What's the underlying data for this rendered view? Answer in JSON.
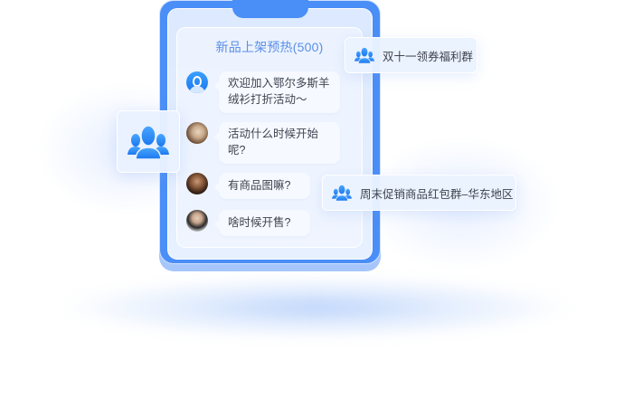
{
  "chat": {
    "title": "新品上架预热(500)",
    "messages": [
      {
        "avatar": "default-user-avatar",
        "text_line1": "欢迎加入鄂尔多斯羊",
        "text_line2": "绒衫打折活动～"
      },
      {
        "avatar": "woman-avatar",
        "text_line1": "活动什么时候开始",
        "text_line2": "呢?"
      },
      {
        "avatar": "man-sunglasses-avatar",
        "text_line1": "有商品图嘛?"
      },
      {
        "avatar": "man-avatar",
        "text_line1": "啥时候开售?"
      }
    ]
  },
  "groups": [
    {
      "icon": "group-users-icon",
      "label": "双十一领券福利群"
    },
    {
      "icon": "group-users-icon",
      "label": "周末促销商品红包群–华东地区"
    }
  ],
  "colors": {
    "accent": "#4a8ef7",
    "accent_light": "#a6c6fb",
    "title_blue": "#5b8fe6",
    "icon_blue": "#2f8cf5",
    "text": "#3f4450"
  }
}
